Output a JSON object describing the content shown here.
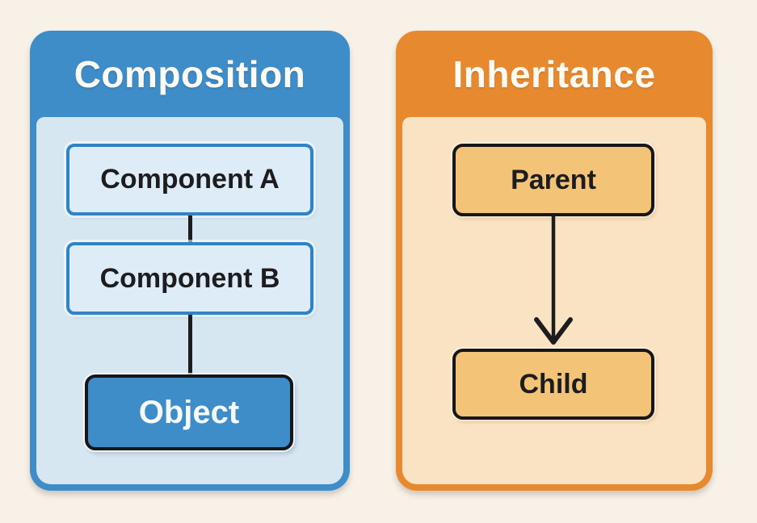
{
  "colors": {
    "background": "#f7f1e8",
    "blue_accent": "#3e8dc8",
    "blue_body": "#d7e7f2",
    "blue_node_fill": "#ddecf6",
    "blue_node_border": "#2e84c4",
    "orange_accent": "#e78a2f",
    "orange_body": "#fae3c2",
    "tan_node_fill": "#f3c377",
    "ink": "#1d1d1f",
    "light_text": "#fdfaf3"
  },
  "panels": [
    {
      "title": "Composition",
      "nodes": [
        {
          "label": "Component A",
          "variant": "outlined"
        },
        {
          "label": "Component B",
          "variant": "outlined"
        },
        {
          "label": "Object",
          "variant": "filled-blue"
        }
      ],
      "connectors": [
        {
          "from": "Component A",
          "to": "Component B",
          "type": "line"
        },
        {
          "from": "Component B",
          "to": "Object",
          "type": "line"
        }
      ]
    },
    {
      "title": "Inheritance",
      "nodes": [
        {
          "label": "Parent",
          "variant": "filled-tan"
        },
        {
          "label": "Child",
          "variant": "filled-tan"
        }
      ],
      "connectors": [
        {
          "from": "Parent",
          "to": "Child",
          "type": "arrow"
        }
      ]
    }
  ]
}
